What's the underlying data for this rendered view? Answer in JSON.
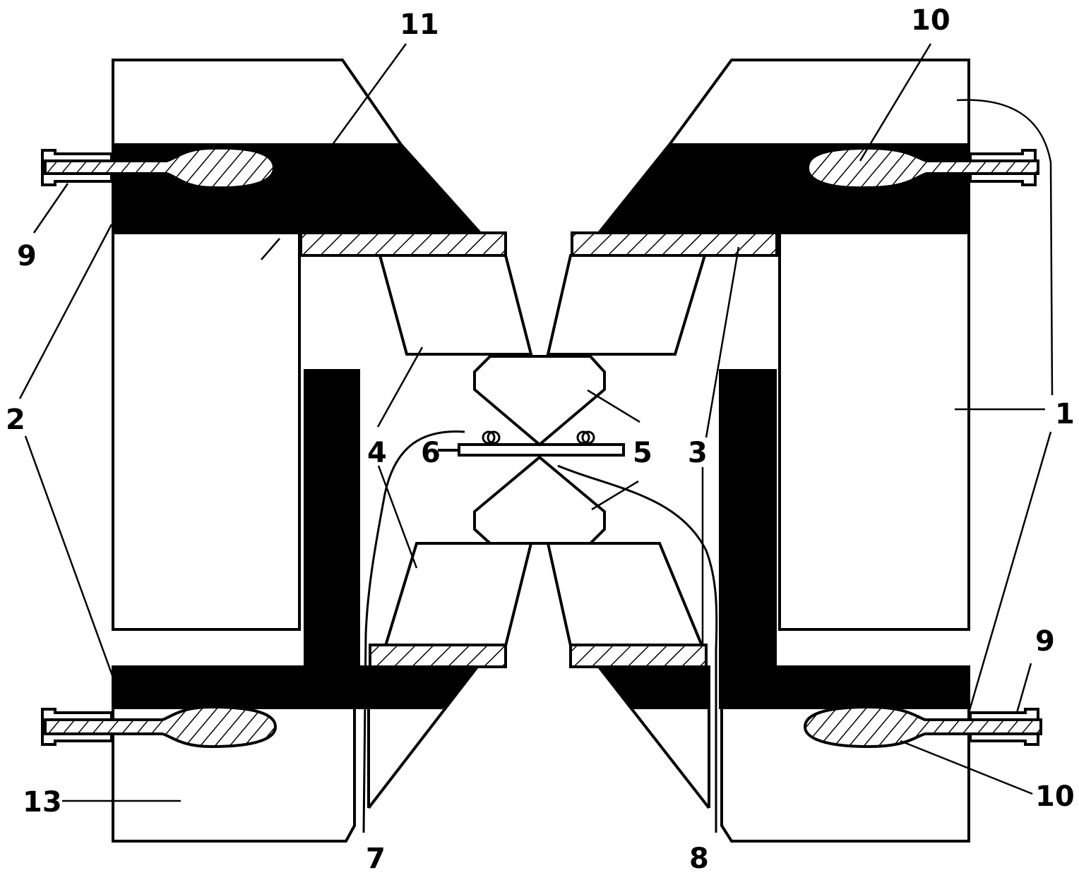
{
  "colors": {
    "ink": "#000000",
    "paper": "#ffffff"
  },
  "labels": {
    "n1": "1",
    "n2": "2",
    "n3": "3",
    "n4": "4",
    "n5": "5",
    "n6": "6",
    "n7": "7",
    "n8": "8",
    "n9": "9",
    "n10": "10",
    "n11": "11",
    "n13": "13"
  }
}
